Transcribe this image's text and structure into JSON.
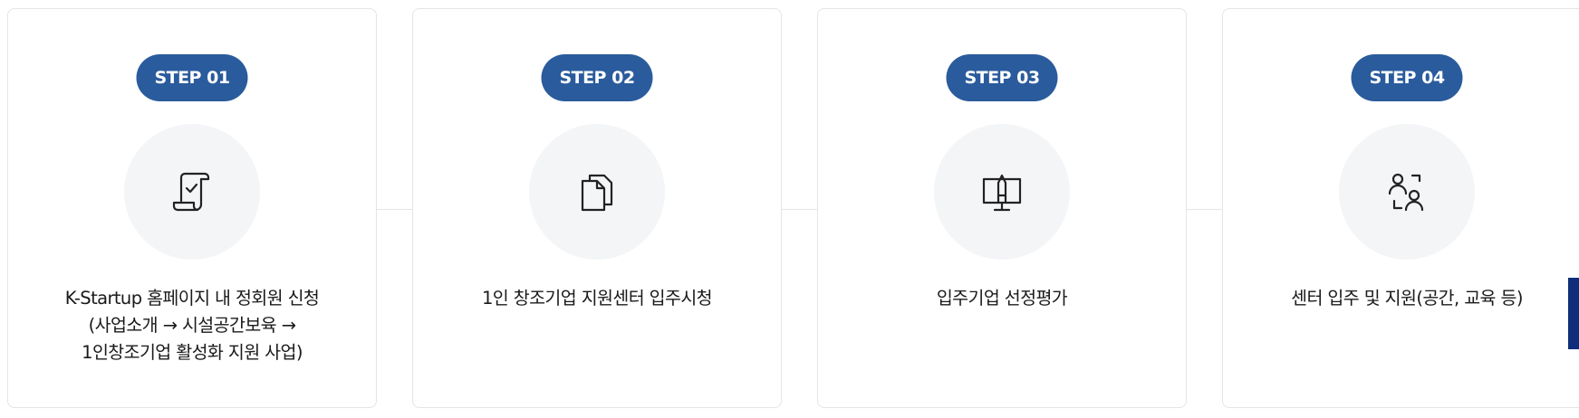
{
  "steps": [
    {
      "badge": "STEP 01",
      "icon": "certificate-scroll-icon",
      "lines": [
        "K-Startup 홈페이지 내 정회원 신청",
        "(사업소개 → 시설공간보육 →",
        "1인창조기업 활성화 지원 사업)"
      ]
    },
    {
      "badge": "STEP 02",
      "icon": "documents-icon",
      "lines": [
        "1인 창조기업 지원센터 입주시청"
      ]
    },
    {
      "badge": "STEP 03",
      "icon": "presentation-board-icon",
      "lines": [
        "입주기업 선정평가"
      ]
    },
    {
      "badge": "STEP 04",
      "icon": "people-focus-icon",
      "lines": [
        "센터 입주 및 지원(공간, 교육 등)"
      ]
    }
  ],
  "colors": {
    "badge_bg": "#2a5b9c",
    "badge_text": "#ffffff",
    "circle_bg": "#f4f5f7",
    "card_border": "#e3e5e8",
    "side_tab": "#0f2d7a"
  }
}
